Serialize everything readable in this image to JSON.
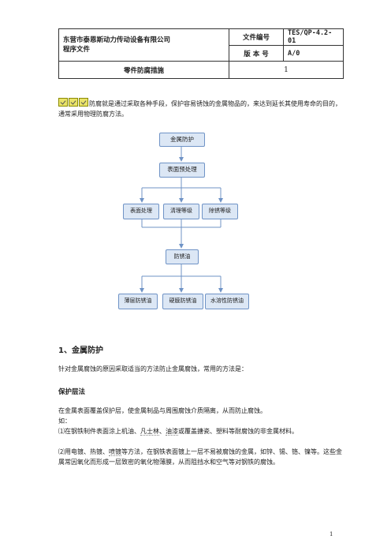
{
  "header": {
    "company_line1": "东营市泰恩斯动力传动设备有限公司",
    "company_line2": "程序文件",
    "doc_no_label": "文件编号",
    "doc_no_value": "TES/QP-4.2-01",
    "version_label": "版 本 号",
    "version_value": "A/0",
    "section_title": "零件防腐措施",
    "section_page": "1"
  },
  "intro": {
    "text": "防腐就是通过采取各种手段，保护容易锈蚀的金属物品的，来达到延长其使用寿命的目的，通常采用物理防腐方法。"
  },
  "flowchart": {
    "top": "金属防护",
    "second": "表面预处理",
    "row1": [
      "表面处理",
      "清理等级",
      "除锈等级"
    ],
    "middle": "防锈油",
    "row2": [
      "薄层防锈油",
      "硬膜防锈油",
      "水溶性防锈油"
    ]
  },
  "section1": {
    "heading": "1、金属防护",
    "lead": "针对金属腐蚀的原因采取适当的方法防止金属腐蚀，常用的方法是："
  },
  "subsection": {
    "heading": "保护层法",
    "para1": "在金属表面覆盖保护层，使金属制品与周围腐蚀介质隔离，从而防止腐蚀。",
    "para2": "如：",
    "item1_a": "⑴在钢铁制件表面涂上机油、",
    "item1_b": "凡士林",
    "item1_c": "、",
    "item1_d": "油漆",
    "item1_e": "或覆盖搪瓷、塑料等耐腐蚀的非金属材料。",
    "item2_a": "⑵用电镀、热镀、",
    "item2_b": "喷镀",
    "item2_c": "等方法，在钢铁表面镀上一层不易被腐蚀的金属，如锌、锡、铬、镍等。这些金属常因氧化而形成一层致密的氧化物薄膜，从而阻挡水和空气等对钢铁的腐蚀。"
  },
  "footer": {
    "page_number": "1"
  }
}
